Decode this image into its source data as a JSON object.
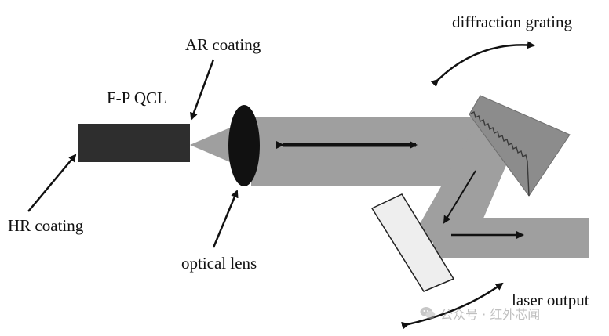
{
  "labels": {
    "diffraction_grating": "diffraction grating",
    "ar_coating": "AR coating",
    "fp_qcl": "F-P QCL",
    "hr_coating": "HR coating",
    "optical_lens": "optical lens",
    "laser_output": "laser output"
  },
  "watermark": {
    "text": "公众号 · 红外芯闻",
    "icon": "wechat-logo-icon"
  },
  "colors": {
    "beam": "#9f9f9f",
    "qcl": "#2e2e2e",
    "lens": "#111111",
    "grating": "#8c8c8c",
    "mirror": "#eeeeee",
    "arrow": "#111111",
    "label": "#111111"
  }
}
